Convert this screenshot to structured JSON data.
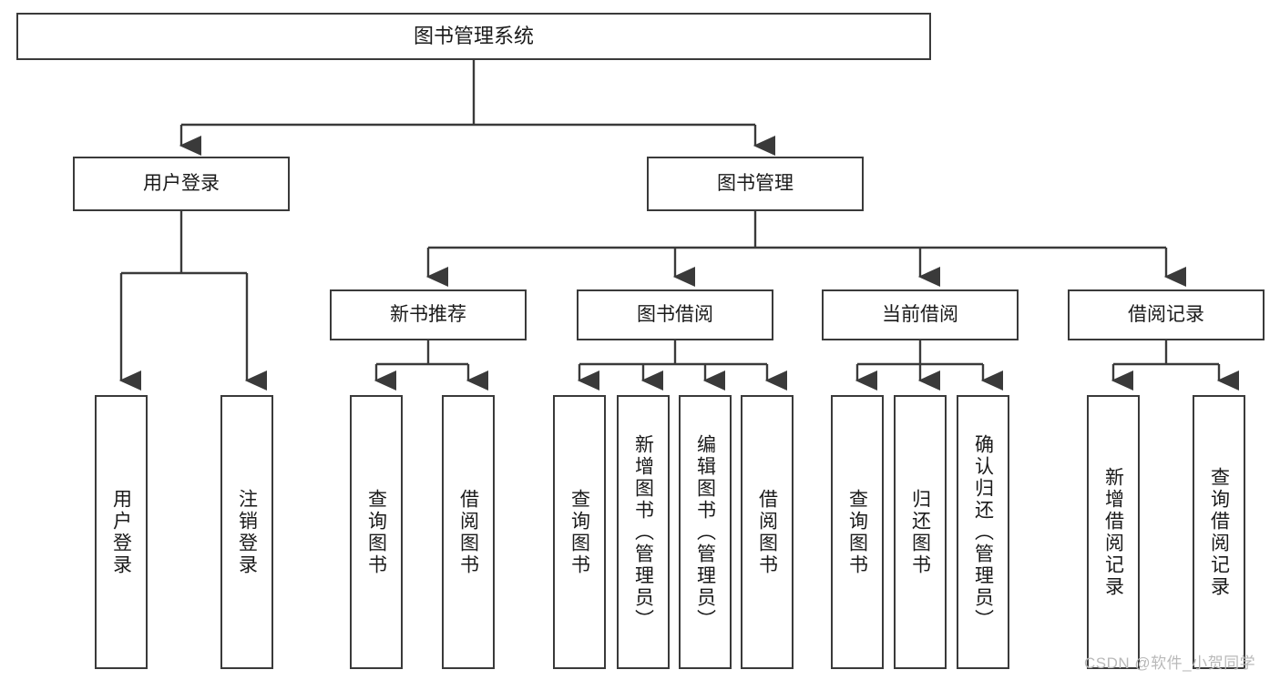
{
  "diagram": {
    "title": "图书管理系统",
    "stroke_color": "#3a3a3a",
    "text_color": "#1a1a1a",
    "background": "#ffffff",
    "root": {
      "label": "图书管理系统"
    },
    "level2": [
      {
        "label": "用户登录"
      },
      {
        "label": "图书管理"
      }
    ],
    "level3": [
      {
        "label": "新书推荐"
      },
      {
        "label": "图书借阅"
      },
      {
        "label": "当前借阅"
      },
      {
        "label": "借阅记录"
      }
    ],
    "leaves": {
      "user_login": [
        {
          "label": "用户登录"
        },
        {
          "label": "注销登录"
        }
      ],
      "new_book_recommend": [
        {
          "label": "查询图书"
        },
        {
          "label": "借阅图书"
        }
      ],
      "book_borrow": [
        {
          "label": "查询图书"
        },
        {
          "label": "新增图书（管理员）"
        },
        {
          "label": "编辑图书（管理员）"
        },
        {
          "label": "借阅图书"
        }
      ],
      "current_borrow": [
        {
          "label": "查询图书"
        },
        {
          "label": "归还图书"
        },
        {
          "label": "确认归还（管理员）"
        }
      ],
      "borrow_record": [
        {
          "label": "新增借阅记录"
        },
        {
          "label": "查询借阅记录"
        }
      ]
    }
  },
  "watermark": {
    "text": "CSDN @软件_小贺同学",
    "color": "#b9b9b9"
  }
}
